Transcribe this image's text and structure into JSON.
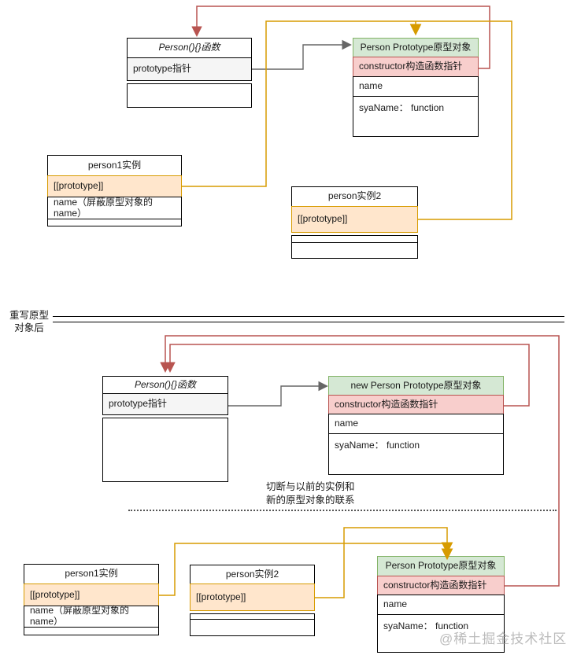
{
  "boxes": {
    "person_function_top": {
      "title": "Person(){}函数",
      "prototype_row": "prototype指针"
    },
    "person_prototype_top": {
      "title": "Person Prototype原型对象",
      "constructor_row": "constructor构造函数指针",
      "name_row": "name",
      "sayname_row": "syaName： function"
    },
    "person1_top": {
      "title": "person1实例",
      "prototype_row": "[[prototype]]",
      "name_row": "name（屏蔽原型对象的name）"
    },
    "person2_top": {
      "title": "person实例2",
      "prototype_row": "[[prototype]]"
    },
    "person_function_bottom": {
      "title": "Person(){}函数",
      "prototype_row": "prototype指针"
    },
    "new_person_prototype": {
      "title": "new Person Prototype原型对象",
      "constructor_row": "constructor构造函数指针",
      "name_row": "name",
      "sayname_row": "syaName： function"
    },
    "person1_bottom": {
      "title": "person1实例",
      "prototype_row": "[[prototype]]",
      "name_row": "name（屏蔽原型对象的name）"
    },
    "person2_bottom": {
      "title": "person实例2",
      "prototype_row": "[[prototype]]"
    },
    "person_prototype_bottom": {
      "title": "Person Prototype原型对象",
      "constructor_row": "constructor构造函数指针",
      "name_row": "name",
      "sayname_row": "syaName： function"
    }
  },
  "divider": {
    "label": [
      "重写原型",
      "对象后"
    ]
  },
  "note": {
    "lines": [
      "切断与以前的实例和",
      "新的原型对象的联系"
    ]
  },
  "watermark": "@稀土掘金技术社区",
  "colors": {
    "green_fill": "#d5e8d4",
    "green_border": "#82b366",
    "pink_fill": "#f8cecc",
    "pink_border": "#b85450",
    "orange_fill": "#ffe6cc",
    "orange_border": "#d79b00",
    "gray_fill": "#f5f5f5",
    "red_line": "#b85450",
    "yellow_line": "#d79b00",
    "gray_line": "#666666"
  }
}
